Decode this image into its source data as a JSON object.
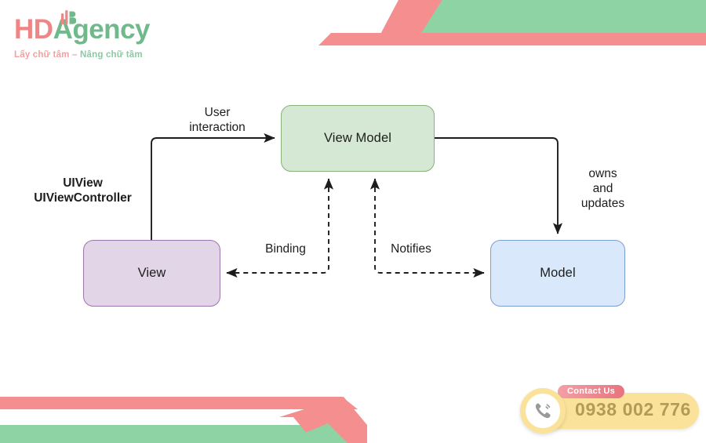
{
  "brand": {
    "name_part1": "HD",
    "name_part2": "Agency",
    "tagline_part1": "Lấy chữ tâm",
    "tagline_sep": " – ",
    "tagline_part2": "Nâng chữ tầm",
    "colors": {
      "pink": "#f08585",
      "green": "#6fb98a",
      "tagline_pink": "#f5a0a0",
      "tagline_green": "#8cc8a4"
    }
  },
  "decor": {
    "green": "#8ed3a4",
    "pink": "#f58e8e"
  },
  "diagram": {
    "type": "mvvm-architecture-flow",
    "nodes": [
      {
        "id": "view_model",
        "label": "View Model",
        "fill": "#d5e8d4",
        "stroke": "#87b178"
      },
      {
        "id": "view",
        "label": "View",
        "fill": "#e1d5e7",
        "stroke": "#9d77ab"
      },
      {
        "id": "model",
        "label": "Model",
        "fill": "#dae8fc",
        "stroke": "#7b9fd1"
      }
    ],
    "edges": [
      {
        "id": "user_interaction",
        "label": "User\ninteraction",
        "from": "view",
        "to": "view_model",
        "style": "solid",
        "arrow": "end"
      },
      {
        "id": "owns_updates",
        "label": "owns\nand\nupdates",
        "from": "view_model",
        "to": "model",
        "style": "solid",
        "arrow": "end"
      },
      {
        "id": "binding",
        "label": "Binding",
        "from": "view_model",
        "to": "view",
        "style": "dashed",
        "arrow": "end"
      },
      {
        "id": "notifies",
        "label": "Notifies",
        "from": "model",
        "to": "view_model",
        "style": "dashed",
        "arrow": "both"
      }
    ],
    "annotations": [
      {
        "id": "uiview_note",
        "label": "UIView\nUIViewController"
      }
    ]
  },
  "contact": {
    "label": "Contact Us",
    "phone": "0938 002 776",
    "icon": "phone-icon",
    "pill_color": "#fbe29a",
    "label_color": "#e8737f",
    "number_color": "#b39a55"
  }
}
